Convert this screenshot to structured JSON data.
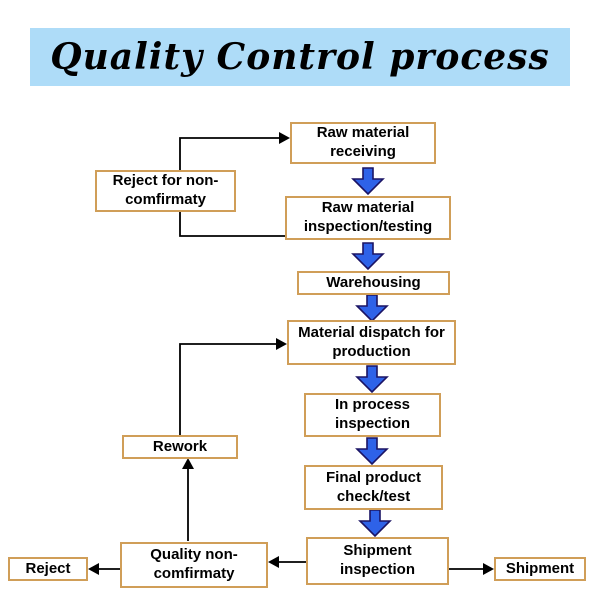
{
  "header": {
    "title": "Quality Control process"
  },
  "colors": {
    "banner_bg": "#aedcf8",
    "box_bg": "#ffffff",
    "box_border": "#d09e58",
    "flow_arrow_fill": "#2e62e8",
    "flow_arrow_stroke": "#1b1464",
    "connector": "#000000",
    "text": "#000000"
  },
  "nodes": {
    "raw_material_receiving": {
      "label": "Raw material receiving"
    },
    "reject_for_non_comfirmaty": {
      "label": "Reject for non-comfirmaty"
    },
    "raw_material_inspection": {
      "label": "Raw material inspection/testing"
    },
    "warehousing": {
      "label": "Warehousing"
    },
    "material_dispatch": {
      "label": "Material dispatch for production"
    },
    "in_process_inspection": {
      "label": "In process inspection"
    },
    "rework": {
      "label": "Rework"
    },
    "final_product_check": {
      "label": "Final product check/test"
    },
    "shipment_inspection": {
      "label": "Shipment inspection"
    },
    "quality_non_comfirmaty": {
      "label": "Quality non-comfirmaty"
    },
    "reject": {
      "label": "Reject"
    },
    "shipment": {
      "label": "Shipment"
    }
  }
}
